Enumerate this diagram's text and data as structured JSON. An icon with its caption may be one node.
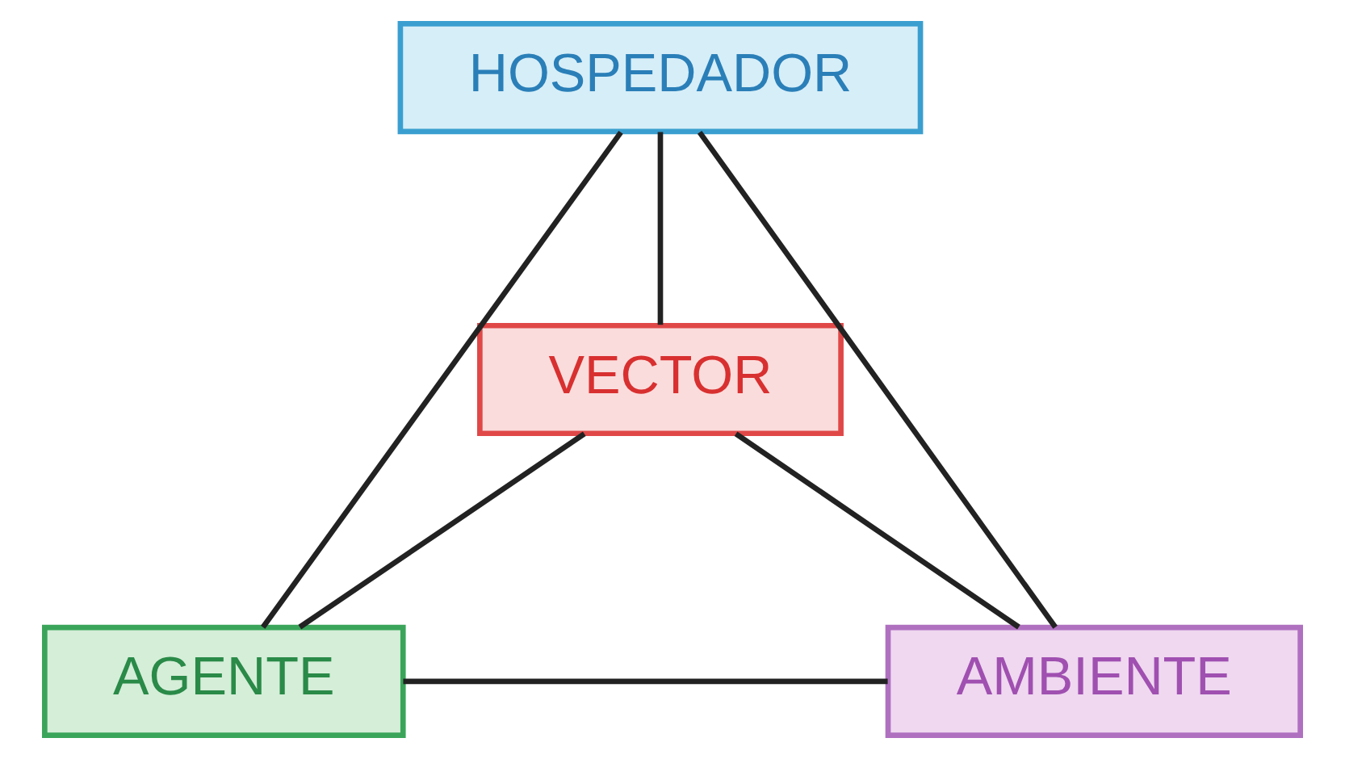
{
  "diagram": {
    "nodes": [
      {
        "text": [
          "HOSPEDADOR"
        ]
      },
      {
        "text": [
          "VECTOR"
        ]
      },
      {
        "text": [
          "AGENTE"
        ]
      },
      {
        "text": [
          "AMBIENTE"
        ]
      }
    ],
    "edges": [
      {
        "from": 0,
        "to": 2,
        "arrow": "none"
      },
      {
        "from": 0,
        "to": 1,
        "arrow": "none"
      },
      {
        "from": 0,
        "to": 3,
        "arrow": "none"
      },
      {
        "from": 1,
        "to": 2,
        "arrow": "none"
      },
      {
        "from": 1,
        "to": 3,
        "arrow": "none"
      },
      {
        "from": 2,
        "to": 3,
        "arrow": "none"
      }
    ]
  }
}
